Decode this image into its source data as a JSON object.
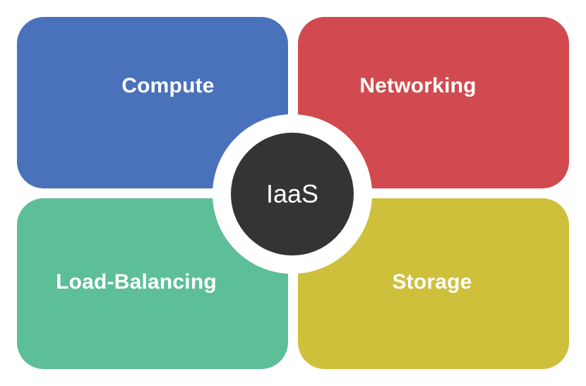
{
  "diagram": {
    "center": {
      "label": "IaaS",
      "color": "#343434"
    },
    "quadrants": [
      {
        "id": "top-left",
        "label": "Compute",
        "color": "#4a72bb"
      },
      {
        "id": "top-right",
        "label": "Networking",
        "color": "#d04a4f"
      },
      {
        "id": "bottom-left",
        "label": "Load-Balancing",
        "color": "#5dbf98"
      },
      {
        "id": "bottom-right",
        "label": "Storage",
        "color": "#cfc03c"
      }
    ]
  }
}
